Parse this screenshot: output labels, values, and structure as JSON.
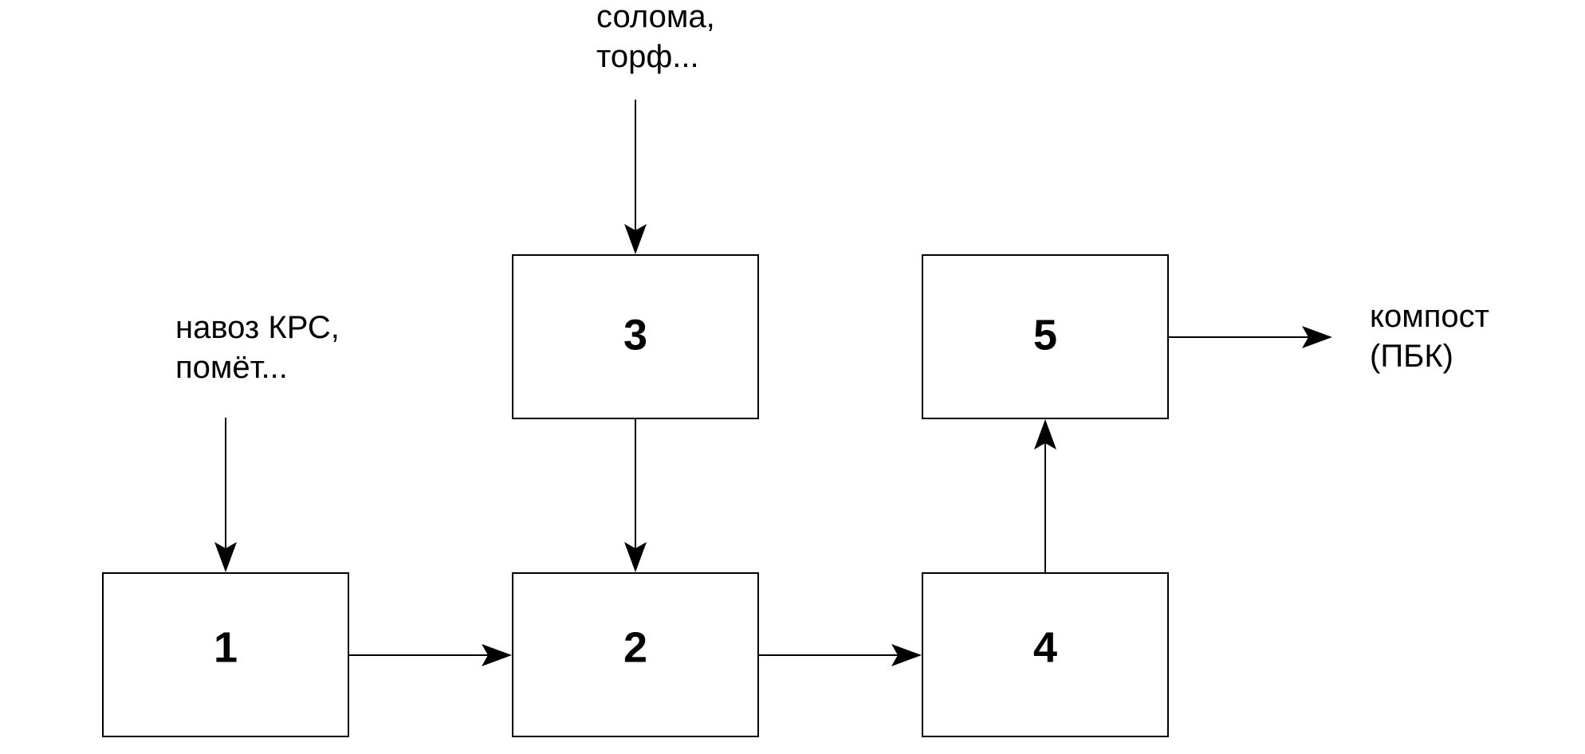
{
  "diagram": {
    "blocks": {
      "b1": "1",
      "b2": "2",
      "b3": "3",
      "b4": "4",
      "b5": "5"
    },
    "inputs": {
      "manure": [
        "навоз КРС,",
        "помёт..."
      ],
      "straw": [
        "солома,",
        "торф..."
      ]
    },
    "output": {
      "compost": [
        "компост",
        "(ПБК)"
      ]
    }
  }
}
